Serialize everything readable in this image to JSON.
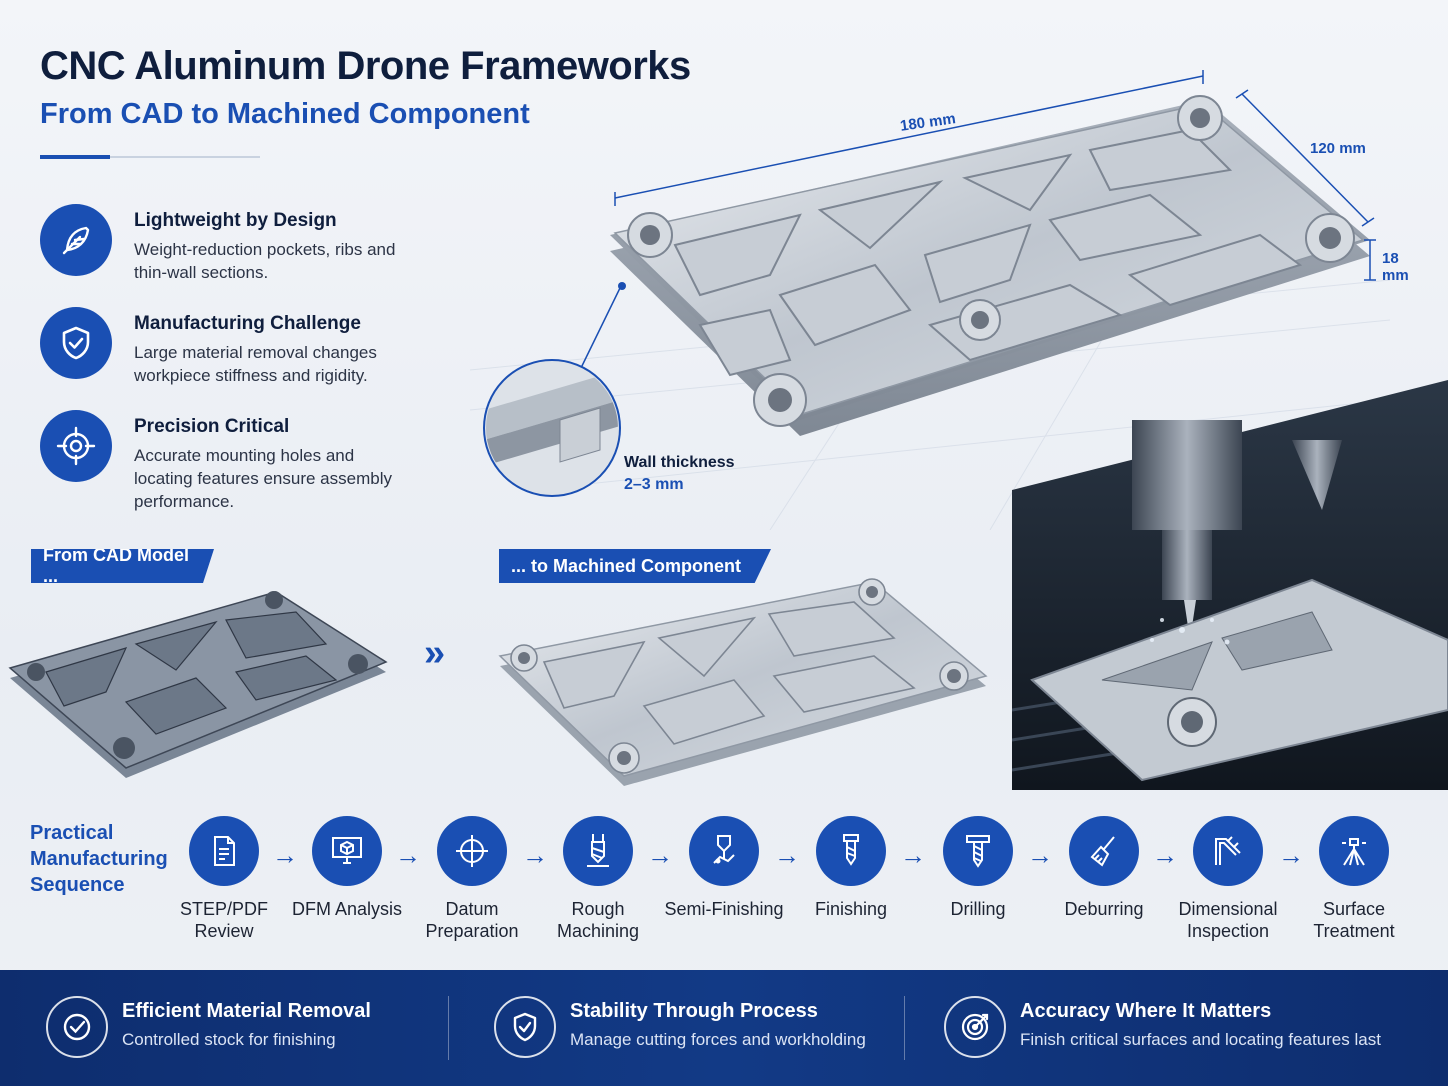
{
  "header": {
    "title": "CNC Aluminum Drone Frameworks",
    "subtitle": "From CAD to Machined Component"
  },
  "features": [
    {
      "icon": "feather-icon",
      "title": "Lightweight by Design",
      "text": "Weight-reduction pockets, ribs and thin-wall sections."
    },
    {
      "icon": "shield-check-icon",
      "title": "Manufacturing Challenge",
      "text": "Large material removal changes workpiece stiffness and rigidity."
    },
    {
      "icon": "crosshair-icon",
      "title": "Precision Critical",
      "text": "Accurate mounting holes and locating features ensure assembly performance."
    }
  ],
  "dimensions": {
    "length": "180 mm",
    "width": "120 mm",
    "height": "18 mm",
    "wall_label": "Wall thickness",
    "wall_value": "2–3 mm"
  },
  "tags": {
    "cad": "From CAD Model ...",
    "machined": "... to Machined Component"
  },
  "process": {
    "title": "Practical Manufacturing Sequence",
    "steps": [
      {
        "label": "STEP/PDF Review",
        "icon": "document-icon"
      },
      {
        "label": "DFM Analysis",
        "icon": "monitor-cube-icon"
      },
      {
        "label": "Datum Preparation",
        "icon": "crosshair-icon"
      },
      {
        "label": "Rough Machining",
        "icon": "end-mill-icon"
      },
      {
        "label": "Semi-Finishing",
        "icon": "cutter-icon"
      },
      {
        "label": "Finishing",
        "icon": "finishing-tool-icon"
      },
      {
        "label": "Drilling",
        "icon": "drill-icon"
      },
      {
        "label": "Deburring",
        "icon": "brush-icon"
      },
      {
        "label": "Dimensional Inspection",
        "icon": "caliper-icon"
      },
      {
        "label": "Surface Treatment",
        "icon": "spray-icon"
      }
    ]
  },
  "footer": [
    {
      "title": "Efficient Material Removal",
      "text": "Controlled stock for finishing",
      "icon": "check-circle-icon"
    },
    {
      "title": "Stability Through Process",
      "text": "Manage cutting forces and workholding",
      "icon": "shield-check-icon"
    },
    {
      "title": "Accuracy Where It Matters",
      "text": "Finish critical surfaces and locating features last",
      "icon": "target-icon"
    }
  ],
  "colors": {
    "primary": "#1a4fb3",
    "navy": "#0f1e3d",
    "footer": "#123a86"
  }
}
